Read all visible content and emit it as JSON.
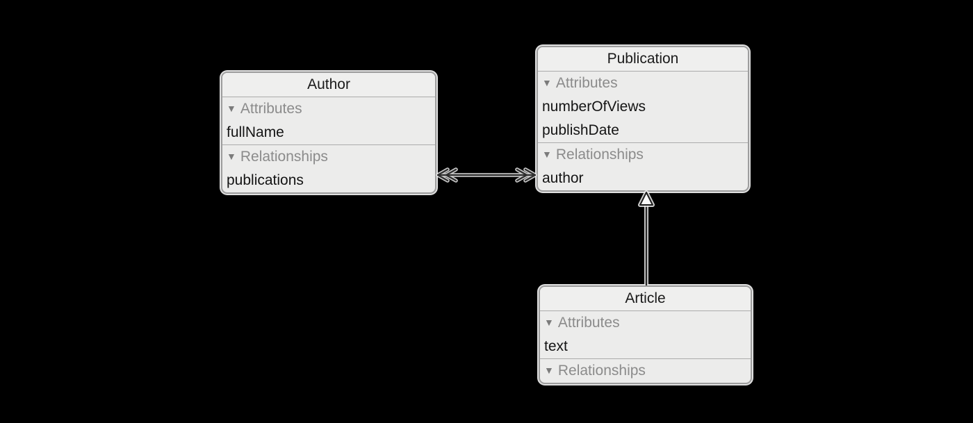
{
  "diagram": {
    "kind": "core-data-model",
    "icons": {
      "disclosure": "▼"
    },
    "entities": [
      {
        "id": "author",
        "title": "Author",
        "sections": [
          {
            "header": "Attributes",
            "items": [
              "fullName"
            ]
          },
          {
            "header": "Relationships",
            "items": [
              "publications"
            ]
          }
        ]
      },
      {
        "id": "publication",
        "title": "Publication",
        "sections": [
          {
            "header": "Attributes",
            "items": [
              "numberOfViews",
              "publishDate"
            ]
          },
          {
            "header": "Relationships",
            "items": [
              "author"
            ]
          }
        ]
      },
      {
        "id": "article",
        "title": "Article",
        "sections": [
          {
            "header": "Attributes",
            "items": [
              "text"
            ]
          },
          {
            "header": "Relationships",
            "items": []
          }
        ]
      }
    ],
    "relationships": [
      {
        "type": "many-to-many",
        "from_entity": "Author",
        "from_property": "publications",
        "to_entity": "Publication",
        "to_property": "author",
        "style": "double-chevron-arrowheads-both-ends"
      },
      {
        "type": "inheritance",
        "child": "Article",
        "parent": "Publication",
        "style": "open-triangle-arrowhead"
      }
    ],
    "colors": {
      "canvas_background": "#000000",
      "entity_fill": "#ECECEB",
      "entity_border": "#9D9D9D",
      "entity_halo": "#FFFFFF",
      "separator": "#ABABAB",
      "title_text": "#1A1A1A",
      "item_text": "#141414",
      "section_header_text": "#8B8B8B",
      "arrow_stroke": "#1E1E1E"
    }
  }
}
